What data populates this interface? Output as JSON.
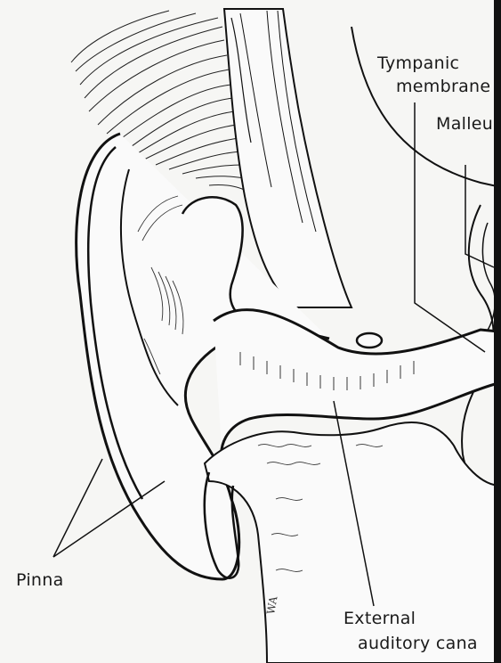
{
  "labels": {
    "tympanic_line1": "Tympanic",
    "tympanic_line2": "membrane",
    "malleus": "Malleu",
    "pinna": "Pinna",
    "external_line1": "External",
    "external_line2": "auditory cana"
  },
  "colors": {
    "ink": "#111111",
    "paper": "#f6f6f4",
    "shade": "#d9d9d6"
  },
  "artist_mark": "WA"
}
